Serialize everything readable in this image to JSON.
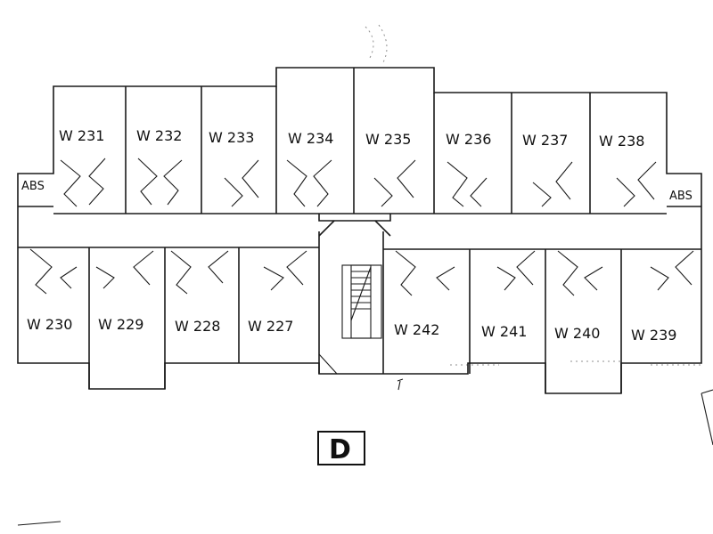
{
  "block_letter": "D",
  "rooms_top": [
    "W 231",
    "W 232",
    "W 233",
    "W 234",
    "W 235",
    "W 236",
    "W 237",
    "W 238"
  ],
  "rooms_bottom_left": [
    "W 230",
    "W 229",
    "W 228",
    "W 227"
  ],
  "rooms_bottom_right": [
    "W 242",
    "W 241",
    "W 240",
    "W 239"
  ],
  "abs_left": "ABS",
  "abs_right": "ABS"
}
